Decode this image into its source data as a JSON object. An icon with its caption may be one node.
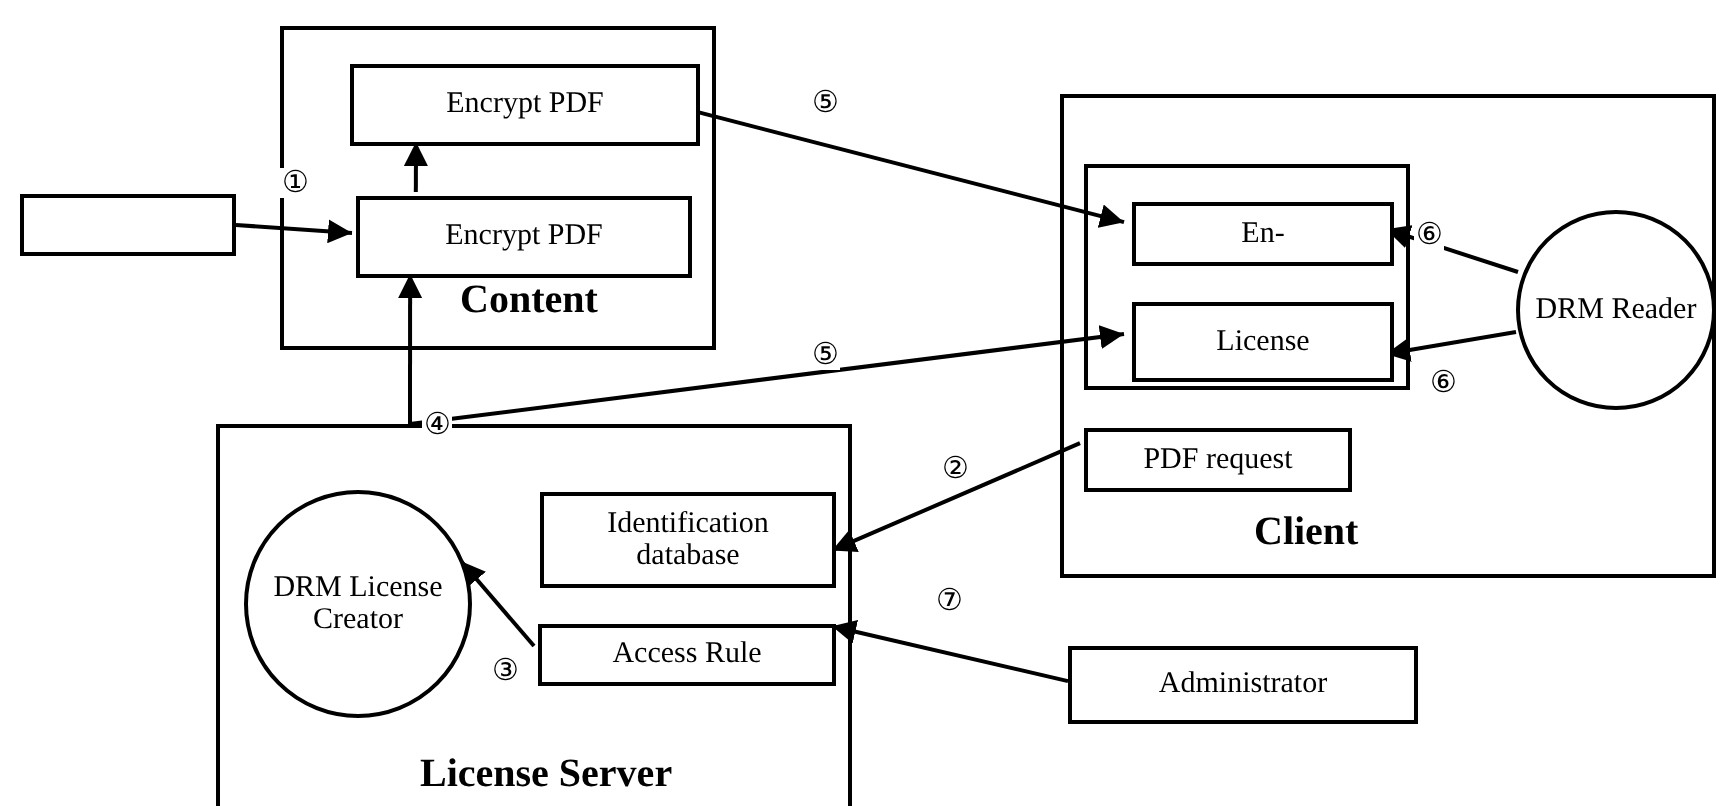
{
  "diagram": {
    "nodes": [
      {
        "text": [
          "Content"
        ]
      },
      {
        "text": [
          "Encrypt PDF"
        ],
        "in": 0
      },
      {
        "text": [
          "Encrypt PDF"
        ],
        "in": 0
      },
      {
        "text": [],
        "shape": "box"
      },
      {
        "text": [
          "Client"
        ]
      },
      {
        "text": [],
        "shape": "box",
        "in": 4
      },
      {
        "text": [
          "En-"
        ],
        "in": 5
      },
      {
        "text": [
          "License"
        ],
        "in": 5
      },
      {
        "text": [
          "DRM Reader"
        ],
        "in": 4
      },
      {
        "text": [
          "PDF request"
        ],
        "in": 4
      },
      {
        "text": [
          "License Server"
        ]
      },
      {
        "text": [
          "DRM License Creator"
        ],
        "in": 10
      },
      {
        "text": [
          "Identification database"
        ],
        "in": 10
      },
      {
        "text": [
          "Access Rule"
        ],
        "in": 10
      },
      {
        "text": [
          "Administrator"
        ]
      }
    ],
    "edges": [
      {
        "from": 3,
        "to": 2,
        "arrow": "to",
        "label": "①"
      },
      {
        "from": 10,
        "to": 2,
        "arrow": "to",
        "label": "④"
      },
      {
        "from": 2,
        "to": 1,
        "arrow": "to"
      },
      {
        "from": 1,
        "to": 6,
        "arrow": "to",
        "label": "⑤"
      },
      {
        "from": 8,
        "to": 6,
        "arrow": "to",
        "label": "⑥"
      },
      {
        "from": 10,
        "to": 7,
        "arrow": "to",
        "label": "⑤"
      },
      {
        "from": 8,
        "to": 7,
        "arrow": "to",
        "label": "⑥"
      },
      {
        "from": 9,
        "to": 12,
        "arrow": "to",
        "label": "②"
      },
      {
        "from": 14,
        "to": 13,
        "arrow": "to",
        "label": "⑦"
      },
      {
        "from": 13,
        "to": 11,
        "arrow": "to",
        "label": "③"
      }
    ]
  }
}
